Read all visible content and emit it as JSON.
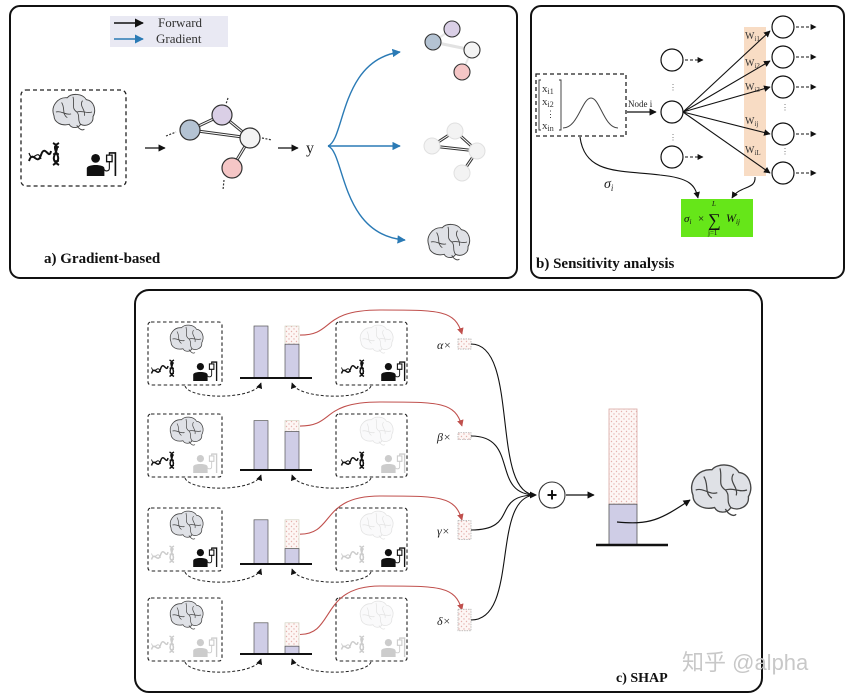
{
  "panels": {
    "a": {
      "title": "a) Gradient-based",
      "legend": [
        {
          "label": "Forward",
          "color": "#111111"
        },
        {
          "label": "Gradient",
          "color": "#2a7ab5"
        }
      ],
      "output_label": "y",
      "node_colors": [
        "#b4c3d3",
        "#dacfe6",
        "#f4f4f4",
        "#f5c6c6"
      ]
    },
    "b": {
      "title": "b) Sensitivity analysis",
      "inputs": [
        "x",
        "x",
        "x"
      ],
      "input_subs": [
        "i1",
        "i2",
        "in"
      ],
      "input_ellipsis": "⋮",
      "node_label": "Node i",
      "weights": [
        {
          "base": "W",
          "sub": "i1"
        },
        {
          "base": "W",
          "sub": "i2"
        },
        {
          "base": "W",
          "sub": "i3"
        },
        {
          "base": "W",
          "sub": "ij"
        },
        {
          "base": "W",
          "sub": "iL"
        }
      ],
      "sigma_label": "σ",
      "sigma_sub": "i",
      "formula": {
        "left": "σ",
        "left_sub": "i",
        "times": "×",
        "sum": "∑",
        "upper": "L",
        "lower": "j=1",
        "term": "W",
        "term_sub": "ij"
      },
      "formula_bg": "#66e619",
      "weight_band_color": "#f8dcc4"
    },
    "c": {
      "title": "c) SHAP",
      "rows": [
        {
          "coef": "α×",
          "full_bar": 1.0,
          "reduced_bar": 0.65,
          "features": {
            "brain": true,
            "dna": true,
            "patient": true
          },
          "masked": {
            "brain": false,
            "dna": true,
            "patient": true
          }
        },
        {
          "coef": "β×",
          "full_bar": 0.95,
          "reduced_bar": 0.78,
          "features": {
            "brain": true,
            "dna": true,
            "patient": false
          },
          "masked": {
            "brain": false,
            "dna": true,
            "patient": false
          }
        },
        {
          "coef": "γ×",
          "full_bar": 0.85,
          "reduced_bar": 0.35,
          "features": {
            "brain": true,
            "dna": false,
            "patient": true
          },
          "masked": {
            "brain": false,
            "dna": false,
            "patient": true
          }
        },
        {
          "coef": "δ×",
          "full_bar": 0.6,
          "reduced_bar": 0.25,
          "features": {
            "brain": true,
            "dna": false,
            "patient": false
          },
          "masked": {
            "brain": false,
            "dna": false,
            "patient": false
          }
        }
      ],
      "sum_symbol": "+",
      "final_bar": {
        "total": 1.0,
        "base_fraction": 0.3
      },
      "bar_fill": "#cfcde6",
      "delta_color": "#c0504d"
    }
  },
  "watermark": "知乎 @alpha"
}
